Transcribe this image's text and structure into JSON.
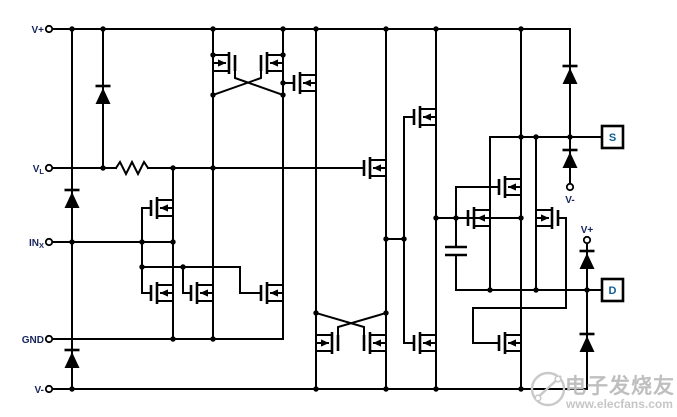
{
  "diagram": {
    "terminals": {
      "v_plus": {
        "label": "V+"
      },
      "v_l": {
        "main": "V",
        "sub": "L"
      },
      "in_x": {
        "main": "IN",
        "sub": "X"
      },
      "gnd": {
        "label": "GND"
      },
      "v_minus": {
        "label": "V-"
      },
      "s_clamp": {
        "label": "V-"
      },
      "d_clamp": {
        "label": "V+"
      }
    },
    "ports": {
      "s": {
        "label": "S"
      },
      "d": {
        "label": "D"
      }
    },
    "watermark": {
      "brand": "电子发烧友",
      "url": "www.elecfans.com"
    },
    "colors": {
      "wire": "#000000",
      "terminal_label": "#16265c",
      "port_label": "#0d5c94",
      "watermark": "#bfbfbf",
      "background": "#ffffff"
    }
  }
}
